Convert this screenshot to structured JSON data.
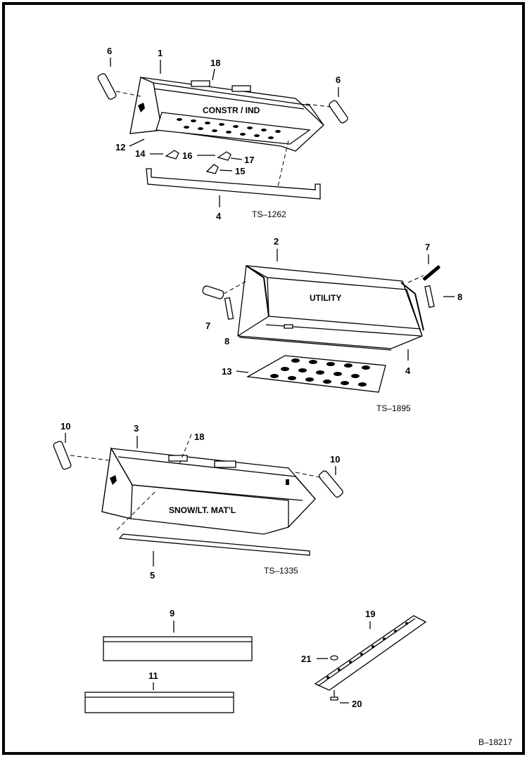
{
  "callouts": {
    "c1": "1",
    "c6a": "6",
    "c6b": "6",
    "c18a": "18",
    "c12": "12",
    "c14": "14",
    "c16": "16",
    "c17": "17",
    "c15": "15",
    "c4a": "4",
    "c2": "2",
    "c7a": "7",
    "c7b": "7",
    "c8a": "8",
    "c8b": "8",
    "c13": "13",
    "c4b": "4",
    "c3": "3",
    "c10a": "10",
    "c10b": "10",
    "c18b": "18",
    "c5": "5",
    "c9": "9",
    "c11": "11",
    "c19": "19",
    "c21": "21",
    "c20": "20"
  },
  "labels": {
    "constr": "CONSTR / IND",
    "utility": "UTILITY",
    "snow": "SNOW/LT. MAT'L"
  },
  "figure_ids": {
    "ts1": "TS–1262",
    "ts2": "TS–1895",
    "ts3": "TS–1335",
    "drawing": "B–18217"
  }
}
